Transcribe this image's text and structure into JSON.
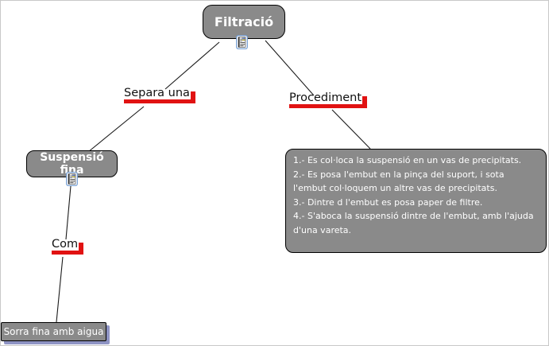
{
  "concepts": {
    "filtracio": {
      "label": "Filtració"
    },
    "suspensio_fina": {
      "label": "Suspensió fina"
    },
    "sorra": {
      "label": "Sorra fina amb aigua"
    }
  },
  "linking_phrases": {
    "separa_una": {
      "label": "Separa una"
    },
    "procediment": {
      "label": "Procediment"
    },
    "com": {
      "label": "Com"
    }
  },
  "procedure_box": {
    "items": [
      "1.- Es col·loca la suspensió en un vas de precipitats.",
      "2.- Es posa l'embut en la pinça del suport, i sota l'embut col·loquem un altre vas de precipitats.",
      "3.- Dintre d l'embut es posa paper de filtre.",
      "4.- S'aboca la suspensió dintre de l'embut, amb l'ajuda d'una vareta."
    ]
  },
  "icons": {
    "filtracio_resource": "document-resource-icon",
    "suspensio_resource": "document-resource-icon"
  },
  "colors": {
    "background": "#ffffff",
    "concept_fill": "#8a8a8a",
    "concept_border": "#000000",
    "concept_text": "#ffffff",
    "link_label_text": "#111111",
    "link_underline_red": "#e11212",
    "connection_line": "#1a1a1a",
    "leaf_shadow": "#8f94c4",
    "resource_icon_frame": "#6f9bd2"
  }
}
